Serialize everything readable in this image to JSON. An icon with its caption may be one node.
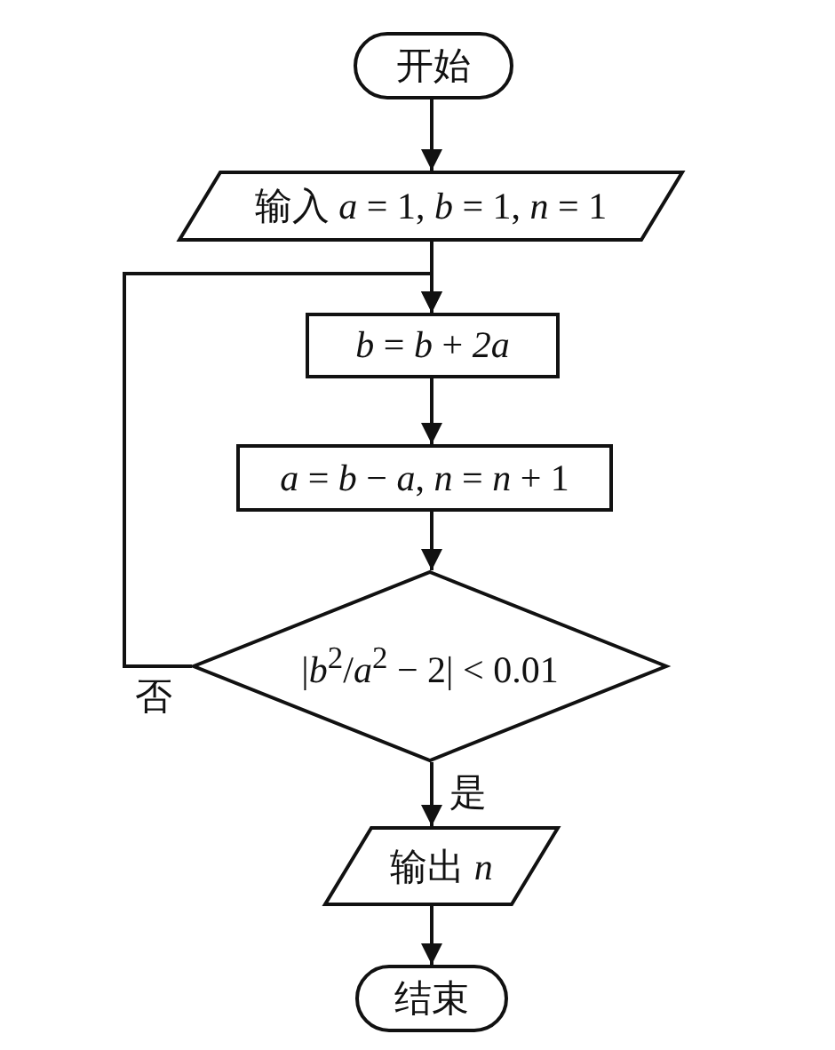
{
  "diagram": {
    "nodes": [
      {
        "text": [
          "开始"
        ]
      },
      {
        "text": [
          "输入 *a* = 1, *b* = 1, *n* = 1"
        ]
      },
      {
        "text": [
          "*b* = *b* + *2a*"
        ]
      },
      {
        "text": [
          "*a* = *b* − *a*, *n* = *n* + 1"
        ]
      },
      {
        "text": [
          "|*b*$^{2}$/*a*$^{2}$ − 2| < 0.01"
        ]
      },
      {
        "text": [
          "输出 *n*"
        ]
      },
      {
        "text": [
          "结束"
        ]
      }
    ],
    "edges": [
      {
        "from": 0,
        "to": 1,
        "arrow": "to"
      },
      {
        "from": 1,
        "to": 2,
        "arrow": "to"
      },
      {
        "from": 2,
        "to": 3,
        "arrow": "to"
      },
      {
        "from": 3,
        "to": 4,
        "arrow": "to"
      },
      {
        "from": 4,
        "to": 5,
        "arrow": "to",
        "label": "是"
      },
      {
        "from": 4,
        "to": 2,
        "arrow": "to",
        "label": "否"
      },
      {
        "from": 5,
        "to": 6,
        "arrow": "to"
      }
    ]
  }
}
